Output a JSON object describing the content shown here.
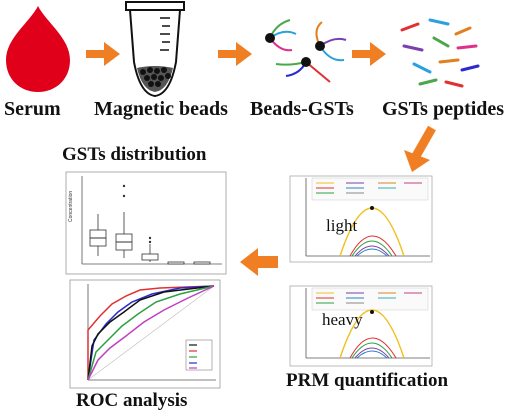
{
  "workflow": {
    "steps": [
      {
        "label": "Serum"
      },
      {
        "label": "Magnetic beads"
      },
      {
        "label": "Beads-GSTs"
      },
      {
        "label": "GSTs peptides"
      }
    ],
    "prm_label": "PRM quantification",
    "distribution_label": "GSTs distribution",
    "roc_label": "ROC analysis"
  },
  "prm_panels": [
    {
      "label": "light"
    },
    {
      "label": "heavy"
    }
  ],
  "colors": {
    "arrow": "#f07f23",
    "serum": "#e0001a",
    "beads": "#111111"
  },
  "icons": [
    "blood-drop-icon",
    "tube-icon",
    "beads-gsts-icon",
    "peptides-icon"
  ]
}
